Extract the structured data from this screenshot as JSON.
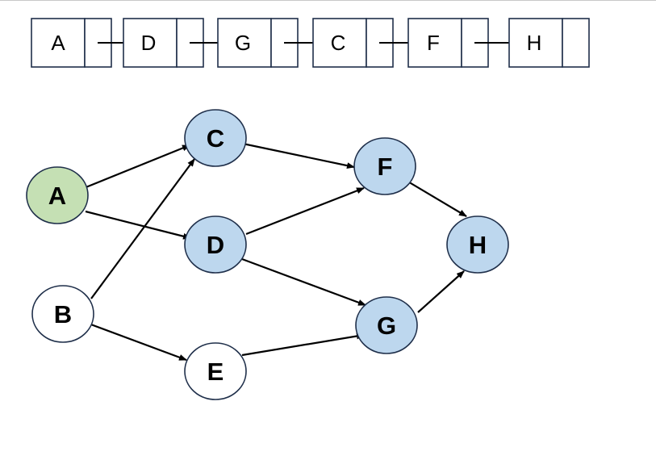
{
  "list": {
    "nodes": [
      "A",
      "D",
      "G",
      "C",
      "F",
      "H"
    ]
  },
  "graph": {
    "nodes": [
      {
        "id": "A",
        "label": "A",
        "fill": "#c5e0b4"
      },
      {
        "id": "B",
        "label": "B",
        "fill": "#ffffff"
      },
      {
        "id": "C",
        "label": "C",
        "fill": "#bdd7ee"
      },
      {
        "id": "D",
        "label": "D",
        "fill": "#bdd7ee"
      },
      {
        "id": "E",
        "label": "E",
        "fill": "#ffffff"
      },
      {
        "id": "F",
        "label": "F",
        "fill": "#bdd7ee"
      },
      {
        "id": "G",
        "label": "G",
        "fill": "#bdd7ee"
      },
      {
        "id": "H",
        "label": "H",
        "fill": "#bdd7ee"
      }
    ],
    "edges": [
      {
        "from": "A",
        "to": "C"
      },
      {
        "from": "A",
        "to": "D"
      },
      {
        "from": "B",
        "to": "C"
      },
      {
        "from": "B",
        "to": "E"
      },
      {
        "from": "C",
        "to": "F"
      },
      {
        "from": "D",
        "to": "F"
      },
      {
        "from": "D",
        "to": "G"
      },
      {
        "from": "E",
        "to": "G"
      },
      {
        "from": "F",
        "to": "H"
      },
      {
        "from": "G",
        "to": "H"
      }
    ]
  },
  "colors": {
    "stroke": "#1f2f4a",
    "arrow": "#000000",
    "text": "#000000"
  }
}
